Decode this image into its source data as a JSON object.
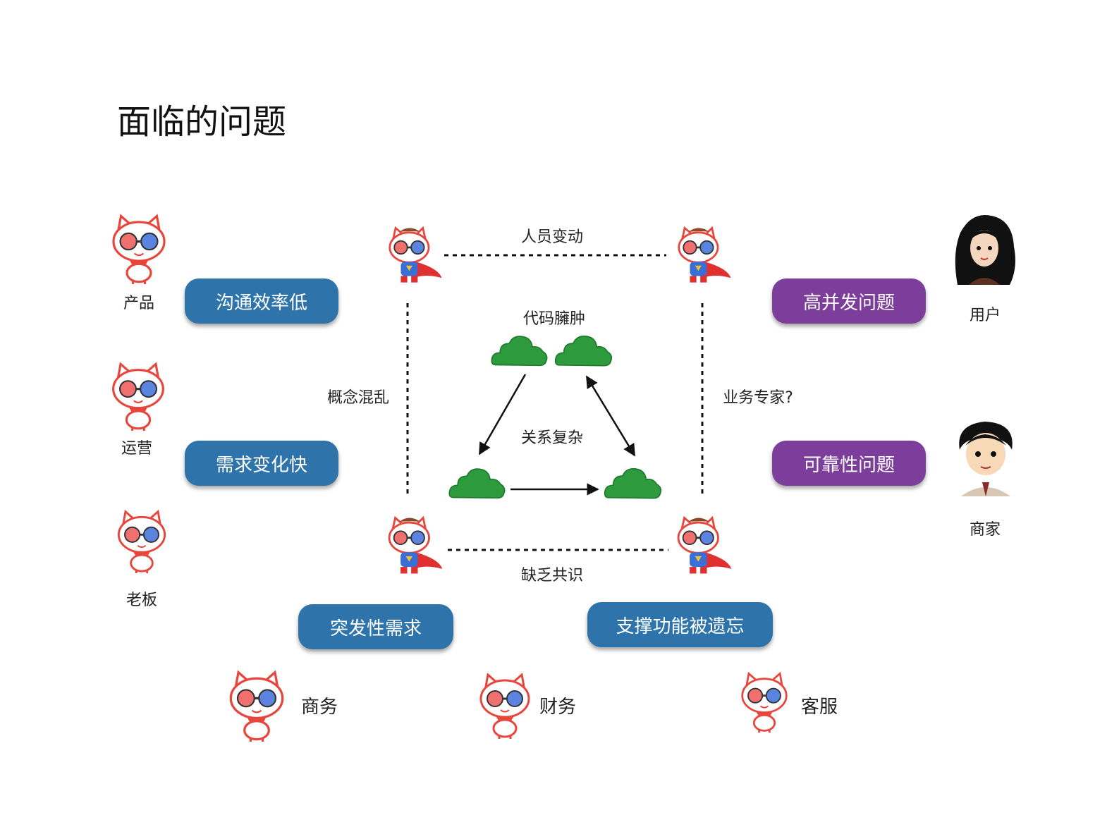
{
  "title": "面临的问题",
  "stakeholders_left": [
    {
      "label": "产品",
      "problem": "沟通效率低"
    },
    {
      "label": "运营",
      "problem": "需求变化快"
    },
    {
      "label": "老板"
    }
  ],
  "stakeholders_right": [
    {
      "label": "用户",
      "problem": "高并发问题"
    },
    {
      "label": "商家",
      "problem": "可靠性问题"
    }
  ],
  "bottom_problems": [
    "突发性需求",
    "支撑功能被遗忘"
  ],
  "bottom_roles": [
    "商务",
    "财务",
    "客服"
  ],
  "square_edges": {
    "top": "人员变动",
    "left": "概念混乱",
    "right": "业务专家?",
    "bottom": "缺乏共识"
  },
  "center": {
    "top_label": "代码臃肿",
    "middle_label": "关系复杂"
  },
  "colors": {
    "pill_blue": "#2e74ab",
    "pill_purple": "#7c3d9b",
    "cloud_green": "#2e9a3e",
    "mascot_red": "#e8453c",
    "mascot_blue": "#3a6fd8"
  },
  "icons": [
    "cat-mascot-icon",
    "superhero-cat-icon",
    "female-user-avatar-icon",
    "male-merchant-avatar-icon",
    "cloud-icon"
  ]
}
